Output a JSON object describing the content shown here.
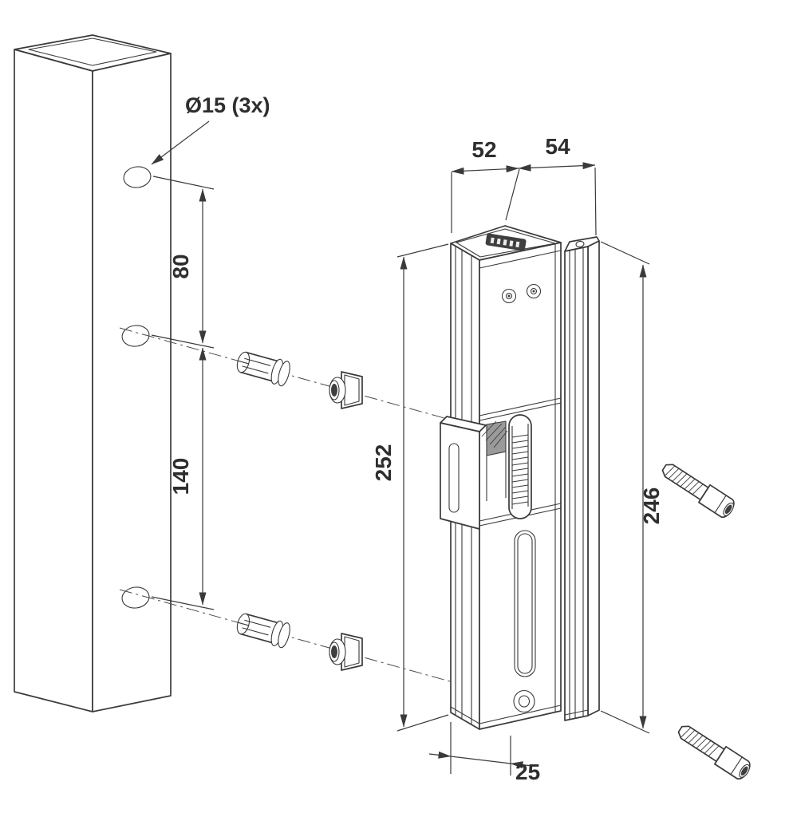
{
  "diagram": {
    "type": "exploded-technical-drawing",
    "subject": "Gate lock keeper mounted on square post with fixing inserts and screws",
    "labels": {
      "hole_note": "Ø15 (3x)",
      "dim_80": "80",
      "dim_140": "140",
      "dim_52": "52",
      "dim_54": "54",
      "dim_252": "252",
      "dim_246": "246",
      "dim_25": "25"
    },
    "colors": {
      "line": "#3a3a3a",
      "background": "#ffffff",
      "dark_fill": "#3f3f3f"
    }
  }
}
